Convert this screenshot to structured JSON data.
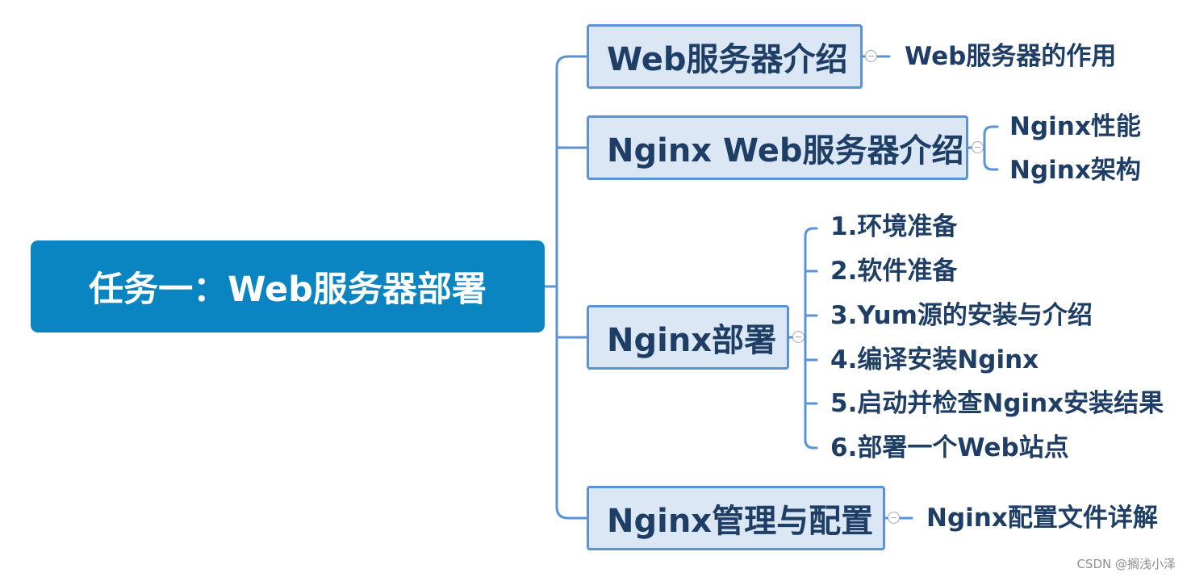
{
  "root": {
    "label": "任务一：Web服务器部署"
  },
  "branches": [
    {
      "label": "Web服务器介绍",
      "children": [
        "Web服务器的作用"
      ]
    },
    {
      "label": "Nginx Web服务器介绍",
      "children": [
        "Nginx性能",
        "Nginx架构"
      ]
    },
    {
      "label": "Nginx部署",
      "children": [
        "1.环境准备",
        "2.软件准备",
        "3.Yum源的安装与介绍",
        "4.编译安装Nginx",
        "5.启动并检查Nginx安装结果",
        "6.部署一个Web站点"
      ]
    },
    {
      "label": "Nginx管理与配置",
      "children": [
        "Nginx配置文件详解"
      ]
    }
  ],
  "watermark": "CSDN @搁浅小泽",
  "colors": {
    "root_fill": "#0a85c2",
    "node_fill": "#dbe7f4",
    "node_border": "#5b93d4",
    "connector": "#5b93d4",
    "text": "#1f3e66"
  }
}
